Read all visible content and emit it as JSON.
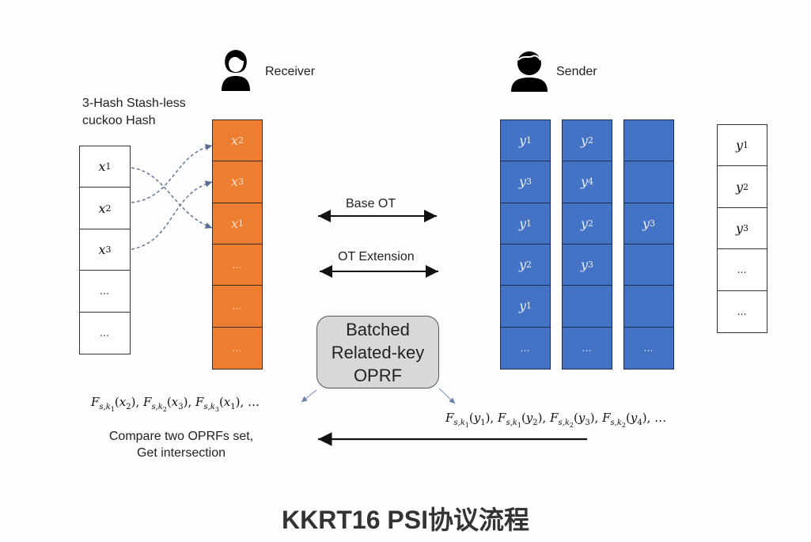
{
  "receiver": {
    "label": "Receiver",
    "icon": "person-female-icon"
  },
  "sender": {
    "label": "Sender",
    "icon": "person-male-icon"
  },
  "hash_caption": {
    "line1": "3-Hash Stash-less",
    "line2": "cuckoo Hash"
  },
  "receiver_input": [
    {
      "var": "x",
      "sub": "1"
    },
    {
      "var": "x",
      "sub": "2"
    },
    {
      "var": "x",
      "sub": "3"
    },
    {
      "var": "…",
      "sub": ""
    },
    {
      "var": "…",
      "sub": ""
    }
  ],
  "receiver_table": [
    {
      "var": "x",
      "sub": "2"
    },
    {
      "var": "x",
      "sub": "3"
    },
    {
      "var": "x",
      "sub": "1"
    },
    {
      "var": "…",
      "sub": ""
    },
    {
      "var": "…",
      "sub": ""
    },
    {
      "var": "…",
      "sub": ""
    }
  ],
  "sender_tables": [
    [
      {
        "var": "y",
        "sub": "1"
      },
      {
        "var": "y",
        "sub": "3"
      },
      {
        "var": "y",
        "sub": "1"
      },
      {
        "var": "y",
        "sub": "2"
      },
      {
        "var": "y",
        "sub": "1"
      },
      {
        "var": "…",
        "sub": ""
      }
    ],
    [
      {
        "var": "y",
        "sub": "2"
      },
      {
        "var": "y",
        "sub": "4"
      },
      {
        "var": "y",
        "sub": "2"
      },
      {
        "var": "y",
        "sub": "3"
      },
      {
        "var": "",
        "sub": ""
      },
      {
        "var": "…",
        "sub": ""
      }
    ],
    [
      {
        "var": "",
        "sub": ""
      },
      {
        "var": "",
        "sub": ""
      },
      {
        "var": "y",
        "sub": "3"
      },
      {
        "var": "",
        "sub": ""
      },
      {
        "var": "",
        "sub": ""
      },
      {
        "var": "…",
        "sub": ""
      }
    ]
  ],
  "sender_input": [
    {
      "var": "y",
      "sub": "1"
    },
    {
      "var": "y",
      "sub": "2"
    },
    {
      "var": "y",
      "sub": "3"
    },
    {
      "var": "…",
      "sub": ""
    },
    {
      "var": "…",
      "sub": ""
    }
  ],
  "arrows": {
    "base_ot": "Base OT",
    "ot_extension": "OT Extension"
  },
  "oprf_box": {
    "line1": "Batched",
    "line2": "Related-key",
    "line3": "OPRF"
  },
  "receiver_oprf": [
    {
      "k": "1",
      "arg": "x",
      "argsub": "2"
    },
    {
      "k": "2",
      "arg": "x",
      "argsub": "3"
    },
    {
      "k": "3",
      "arg": "x",
      "argsub": "1"
    }
  ],
  "sender_oprf": [
    {
      "k": "1",
      "arg": "y",
      "argsub": "1"
    },
    {
      "k": "1",
      "arg": "y",
      "argsub": "2"
    },
    {
      "k": "2",
      "arg": "y",
      "argsub": "3"
    },
    {
      "k": "2",
      "arg": "y",
      "argsub": "4"
    }
  ],
  "ellipsis": "…",
  "compare": {
    "line1": "Compare two OPRFs set,",
    "line2": "Get intersection"
  },
  "title": "KKRT16 PSI协议流程"
}
